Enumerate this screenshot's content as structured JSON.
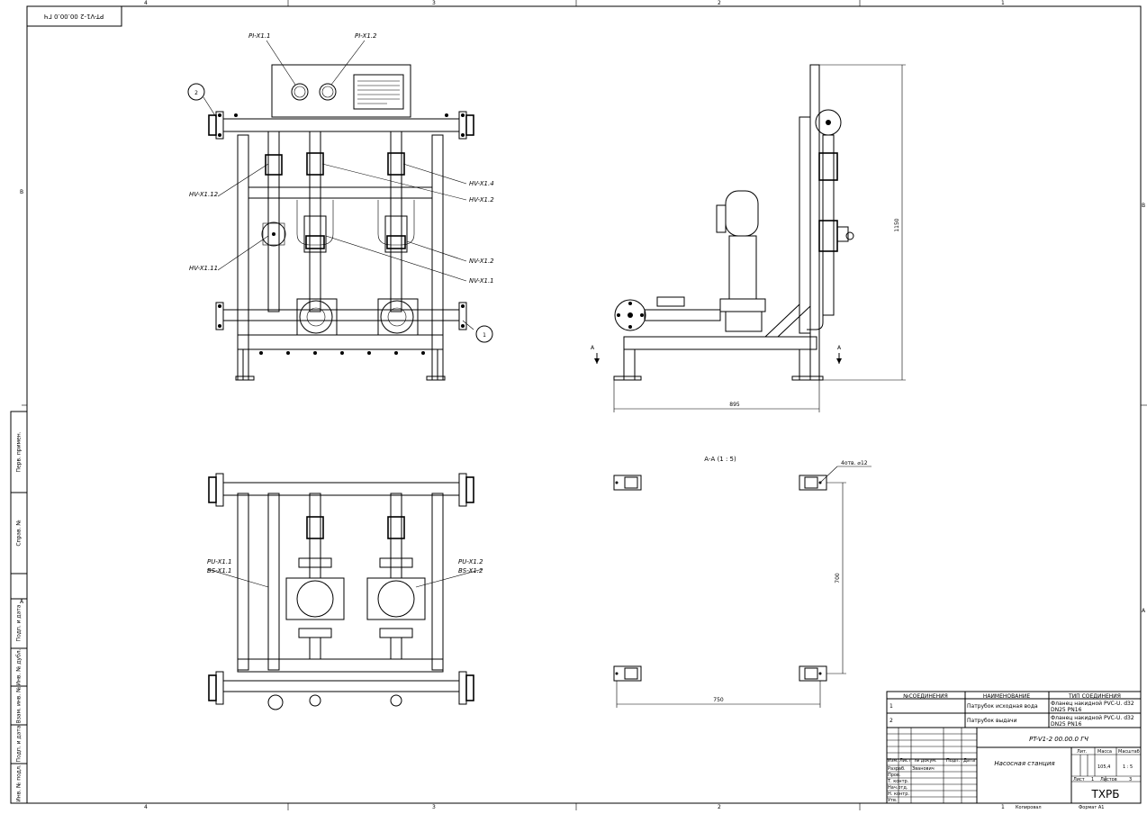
{
  "stamp_top": "PT-V1-2 00.00.0 ГЧ",
  "zone_numbers": [
    "4",
    "3",
    "2",
    "1"
  ],
  "row_letters": [
    "В",
    "А"
  ],
  "left_strip": [
    "Перв. примен.",
    "Справ. №",
    "Подп. и дата",
    "Инв. № дубл.",
    "Взам. инв. №",
    "Подп. и дата",
    "Инв. № подл."
  ],
  "front_view": {
    "gauges": [
      "PI-X1.1",
      "PI-X1.2"
    ],
    "valves_left": [
      "HV-X1.12",
      "HV-X1.11"
    ],
    "valves_right": [
      "HV-X1.4",
      "HV-X1.2",
      "NV-X1.2",
      "NV-X1.1"
    ],
    "callouts": [
      "2",
      "1"
    ]
  },
  "side_view": {
    "dim_height": "1150",
    "dim_width": "895",
    "section_mark": "А"
  },
  "top_view": {
    "label_left": [
      "PU-X1.1",
      "BS-X1.1"
    ],
    "label_right": [
      "PU-X1.2",
      "BS-X1.2"
    ]
  },
  "section_view": {
    "title": "А-А (1 : 5)",
    "holes": "4отв. ⌀12",
    "dim_vertical": "700",
    "dim_horizontal": "750"
  },
  "connections_table": {
    "headers": [
      "№СОЕДИНЕНИЯ",
      "НАИМЕНОВАНИЕ",
      "ТИП СОЕДИНЕНИЯ"
    ],
    "rows": [
      {
        "no": "1",
        "name": "Патрубок исходная вода",
        "type1": "Фланец накидной PVC-U. d32",
        "type2": "DN25 PN16"
      },
      {
        "no": "2",
        "name": "Патрубок выдачи",
        "type1": "Фланец накидной PVC-U. d32",
        "type2": "DN25 PN16"
      }
    ]
  },
  "title_block": {
    "designation": "PT-V1-2 00.00.0 ГЧ",
    "name": "Насосная станция",
    "col_heads": [
      "Изм.",
      "Лист",
      "№ докум.",
      "Подп.",
      "Дата"
    ],
    "roles": [
      "Разраб.",
      "Пров.",
      "Т. контр.",
      "Нач.отд.",
      "Н. контр.",
      "Утв."
    ],
    "developer": "Званович",
    "lit_head": "Лит.",
    "mass_head": "Масса",
    "scale_head": "Масштаб",
    "mass": "105,4",
    "scale": "1 : 5",
    "sheet_label": "Лист",
    "sheet_no": "1",
    "sheets_label": "Листов",
    "sheets_no": "3",
    "org": "ТХРБ",
    "copied": "Копировал",
    "format": "Формат А1"
  }
}
